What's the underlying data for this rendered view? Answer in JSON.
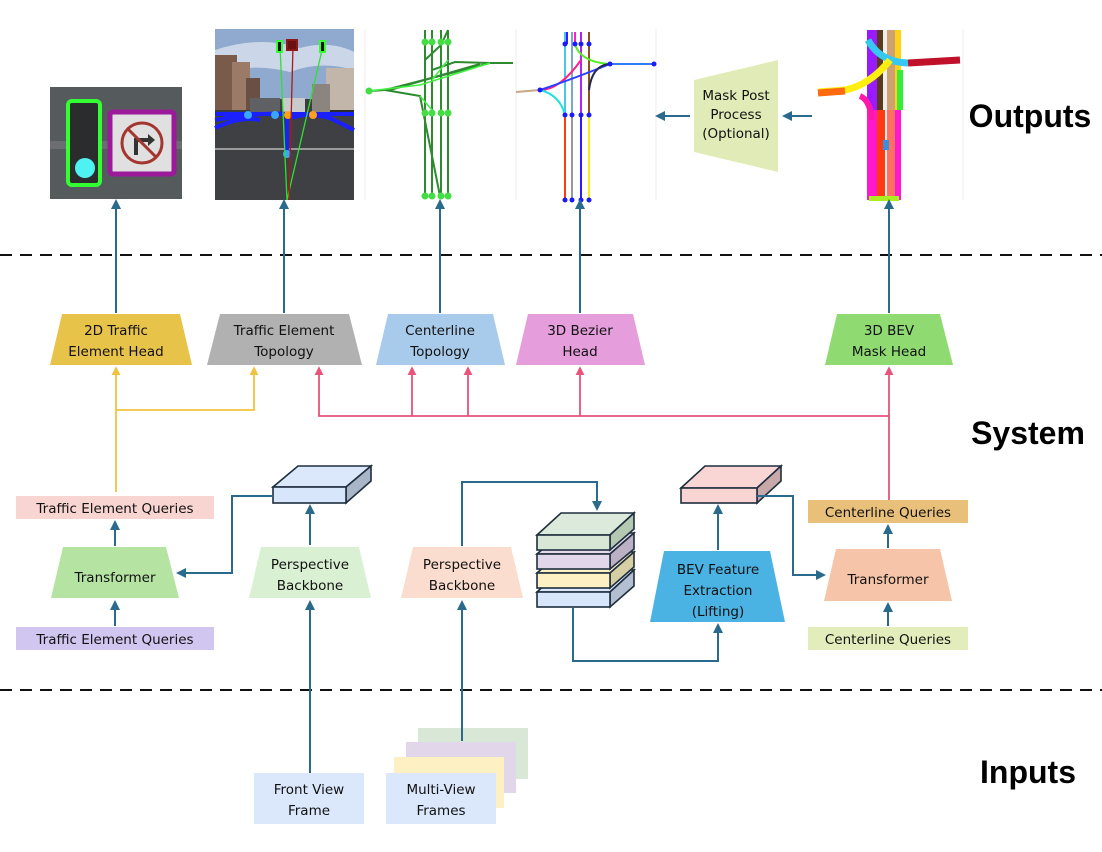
{
  "sections": {
    "outputs": "Outputs",
    "system": "System",
    "inputs": "Inputs"
  },
  "colors": {
    "flow_arrow": "#2a6a8c",
    "centerline_route": "#e8537a",
    "traffic_route": "#efc240"
  },
  "outputs": {
    "thumbnails": [
      {
        "name": "traffic-light-sign-detection-image",
        "desc": "traffic light and no-right-turn sign detections"
      },
      {
        "name": "front-view-topology-image",
        "desc": "front camera view with traffic element topology"
      },
      {
        "name": "centerline-topology-graph-image",
        "desc": "green centerline topology graph"
      },
      {
        "name": "bezier-lanes-image",
        "desc": "colored 3D bezier lane curves"
      },
      {
        "name": "bev-mask-image",
        "desc": "colored BEV lane masks"
      }
    ],
    "mask_post_process": [
      "Mask Post",
      "Process",
      "(Optional)"
    ]
  },
  "heads": {
    "traffic_2d": [
      "2D Traffic",
      "Element Head"
    ],
    "traffic_topology": [
      "Traffic Element",
      "Topology"
    ],
    "centerline_topology": [
      "Centerline",
      "Topology"
    ],
    "bezier_3d": [
      "3D Bezier",
      "Head"
    ],
    "bev_mask_3d": [
      "3D BEV",
      "Mask Head"
    ]
  },
  "system": {
    "traffic_queries_out": "Traffic Element Queries",
    "traffic_transformer": "Transformer",
    "traffic_queries_in": "Traffic Element Queries",
    "perspective_backbone_front": [
      "Perspective",
      "Backbone"
    ],
    "perspective_backbone_multi": [
      "Perspective",
      "Backbone"
    ],
    "bev_feature_extraction": [
      "BEV Feature",
      "Extraction",
      "(Lifting)"
    ],
    "centerline_queries_out": "Centerline Queries",
    "centerline_transformer": "Transformer",
    "centerline_queries_in": "Centerline Queries"
  },
  "inputs": {
    "front_view": [
      "Front View",
      "Frame"
    ],
    "multi_view": [
      "Multi-View",
      "Frames"
    ]
  }
}
